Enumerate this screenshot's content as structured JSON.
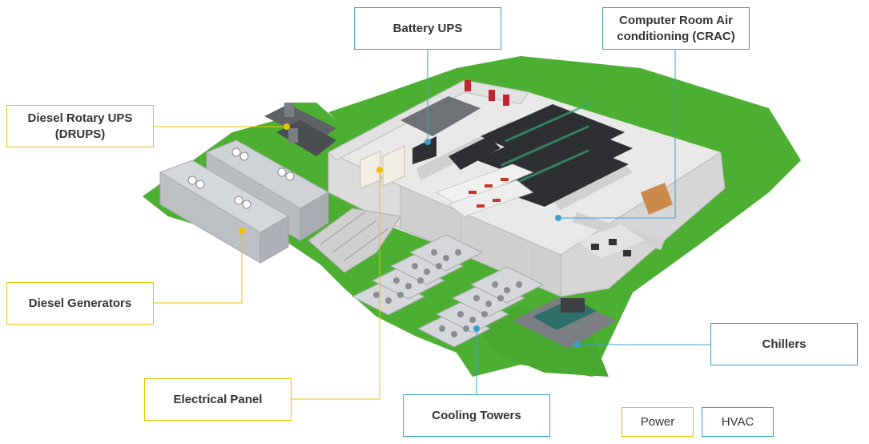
{
  "callouts": {
    "battery_ups": "Battery UPS",
    "crac": "Computer Room Air conditioning (CRAC)",
    "drups": "Diesel Rotary UPS (DRUPS)",
    "diesel_generators": "Diesel Generators",
    "electrical_panel": "Electrical Panel",
    "cooling_towers": "Cooling Towers",
    "chillers": "Chillers"
  },
  "legend": {
    "power": "Power",
    "hvac": "HVAC"
  },
  "colors": {
    "power": "#f0c000",
    "hvac": "#3aa0cc",
    "grass": "#4caf32",
    "wall": "#d9d9d9"
  }
}
